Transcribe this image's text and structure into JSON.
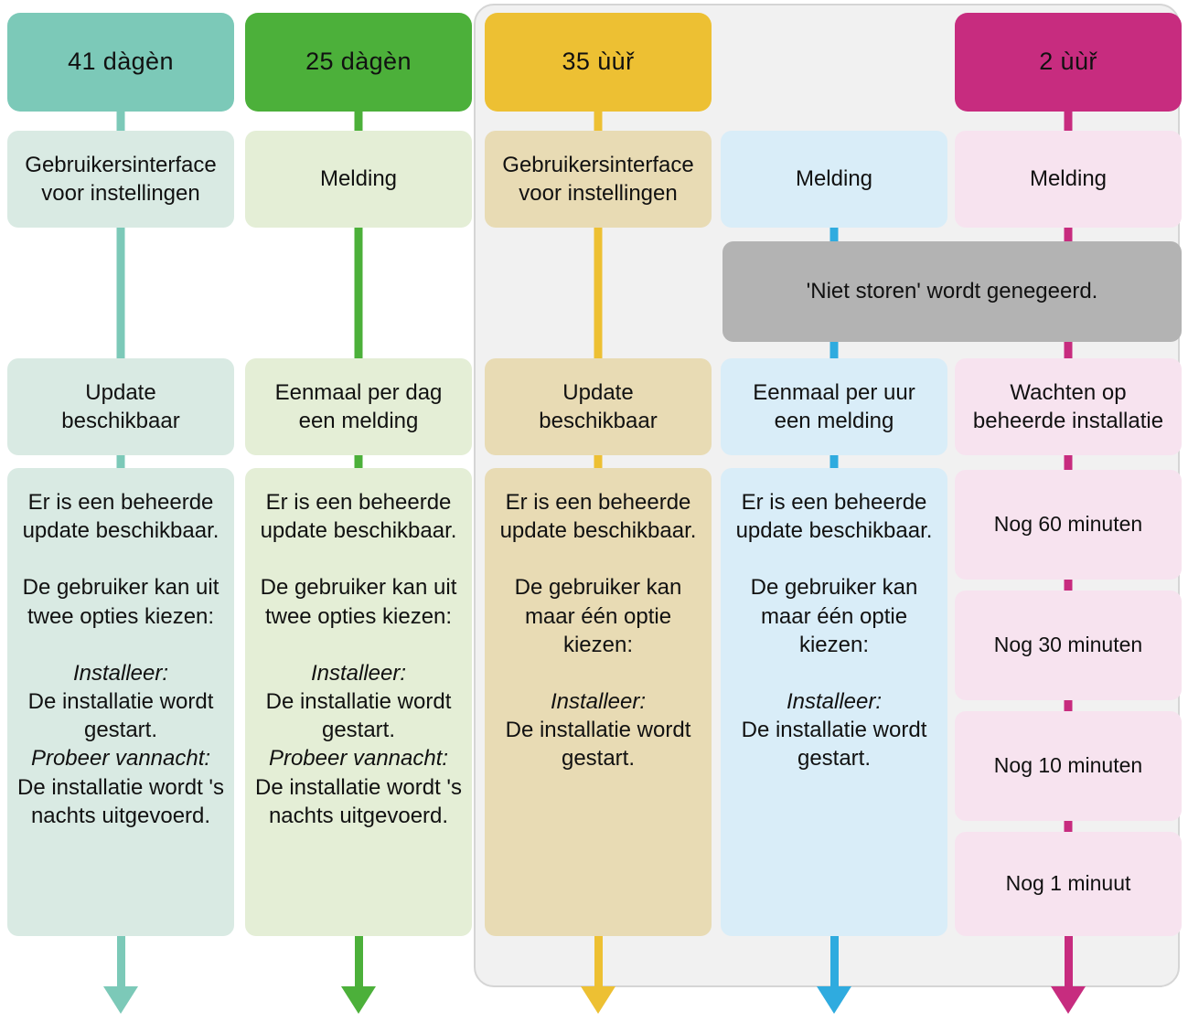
{
  "diagram": {
    "title_bar_absent": true,
    "dnd_banner": {
      "text": "'Niet storen' wordt genegeerd.",
      "color": "#b3b3b3"
    },
    "columns": [
      {
        "id": "col-1",
        "accent": "#7cc9b8",
        "header": {
          "label": "41  dàgèn",
          "bg": "#7cc9b8"
        },
        "boxes": [
          {
            "type": "label",
            "bg": "#d9eae3",
            "lines": [
              "Gebruikersinterface",
              "voor instellingen"
            ]
          },
          {
            "type": "label",
            "bg": "#d9eae3",
            "lines": [
              "Update",
              "beschikbaar"
            ]
          }
        ],
        "detail": {
          "bg": "#d9eae3",
          "paragraphs": [
            {
              "plain": "Er is een beheerde update beschikbaar."
            },
            {
              "gap": true
            },
            {
              "plain": "De gebruiker kan uit twee opties kiezen:"
            },
            {
              "gap": true
            },
            {
              "em": "Installeer:"
            },
            {
              "plain": "De installatie wordt gestart."
            },
            {
              "em": "Probeer vannacht:"
            },
            {
              "plain": "De installatie wordt 's nachts uitgevoerd."
            }
          ]
        }
      },
      {
        "id": "col-2",
        "accent": "#4cb03a",
        "header": {
          "label": "25 dàgèn",
          "bg": "#4cb03a"
        },
        "boxes": [
          {
            "type": "label",
            "bg": "#e4eed6",
            "lines": [
              "Melding"
            ]
          },
          {
            "type": "label",
            "bg": "#e4eed6",
            "lines": [
              "Eenmaal per dag",
              "een melding"
            ]
          }
        ],
        "detail": {
          "bg": "#e4eed6",
          "paragraphs": [
            {
              "plain": "Er is een beheerde update beschikbaar."
            },
            {
              "gap": true
            },
            {
              "plain": "De gebruiker kan uit twee opties kiezen:"
            },
            {
              "gap": true
            },
            {
              "em": "Installeer:"
            },
            {
              "plain": "De installatie wordt gestart."
            },
            {
              "em": "Probeer vannacht:"
            },
            {
              "plain": "De installatie wordt 's nachts uitgevoerd."
            }
          ]
        }
      },
      {
        "id": "col-3",
        "accent": "#edc033",
        "header": {
          "label": "35 ùùř",
          "bg": "#edc033"
        },
        "boxes": [
          {
            "type": "label",
            "bg": "#e8dbb4",
            "lines": [
              "Gebruikersinterface",
              "voor instellingen"
            ]
          },
          {
            "type": "label",
            "bg": "#e8dbb4",
            "lines": [
              "Update",
              "beschikbaar"
            ]
          }
        ],
        "detail": {
          "bg": "#e8dbb4",
          "paragraphs": [
            {
              "plain": "Er is een beheerde update beschikbaar."
            },
            {
              "gap": true
            },
            {
              "plain": "De gebruiker kan maar één optie kiezen:"
            },
            {
              "gap": true
            },
            {
              "em": "Installeer:"
            },
            {
              "plain": "De installatie wordt gestart."
            }
          ]
        }
      },
      {
        "id": "col-4",
        "accent": "#2fabdf",
        "header": null,
        "boxes": [
          {
            "type": "label",
            "bg": "#d9edf8",
            "lines": [
              "Melding"
            ]
          },
          {
            "type": "label",
            "bg": "#d9edf8",
            "lines": [
              "Eenmaal per uur",
              "een melding"
            ]
          }
        ],
        "detail": {
          "bg": "#d9edf8",
          "paragraphs": [
            {
              "plain": "Er is een beheerde update beschikbaar."
            },
            {
              "gap": true
            },
            {
              "plain": "De gebruiker kan maar één optie kiezen:"
            },
            {
              "gap": true
            },
            {
              "em": "Installeer:"
            },
            {
              "plain": "De installatie wordt gestart."
            }
          ]
        }
      },
      {
        "id": "col-5",
        "accent": "#c72c7f",
        "header": {
          "label": "2 ùùř",
          "bg": "#c72c7f"
        },
        "boxes": [
          {
            "type": "label",
            "bg": "#f7e3ef",
            "lines": [
              "Melding"
            ]
          },
          {
            "type": "label",
            "bg": "#f7e3ef",
            "lines": [
              "Wachten op",
              "beheerde installatie"
            ]
          }
        ],
        "reminders": {
          "bg": "#f7e3ef",
          "items": [
            "Nog 60 minuten",
            "Nog 30 minuten",
            "Nog 10 minuten",
            "Nog 1 minuut"
          ]
        }
      }
    ]
  }
}
